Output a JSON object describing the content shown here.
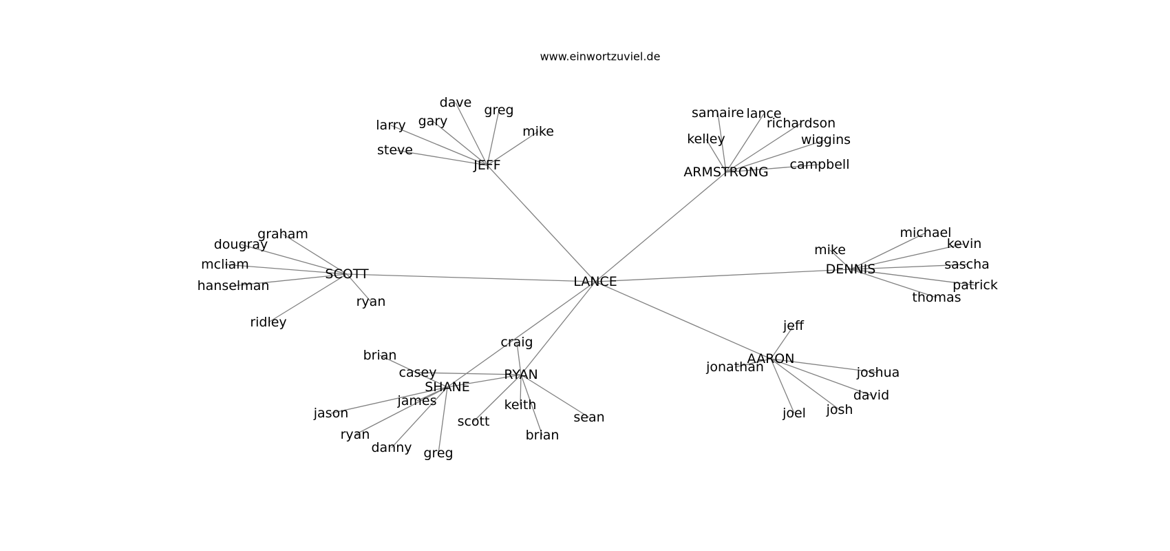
{
  "header": {
    "site": "www.einwortzuviel.de"
  },
  "graph": {
    "edge_color": "#808080",
    "text_color": "#000000",
    "nodes": [
      {
        "id": "lance_c",
        "label": "LANCE"
      },
      {
        "id": "jeff_c",
        "label": "JEFF"
      },
      {
        "id": "armstrong_c",
        "label": "ARMSTRONG"
      },
      {
        "id": "scott_c",
        "label": "SCOTT"
      },
      {
        "id": "dennis_c",
        "label": "DENNIS"
      },
      {
        "id": "aaron_c",
        "label": "AARON"
      },
      {
        "id": "ryan_c",
        "label": "RYAN"
      },
      {
        "id": "shane_c",
        "label": "SHANE"
      },
      {
        "id": "jeff_dave",
        "label": "dave"
      },
      {
        "id": "jeff_greg",
        "label": "greg"
      },
      {
        "id": "jeff_gary",
        "label": "gary"
      },
      {
        "id": "jeff_larry",
        "label": "larry"
      },
      {
        "id": "jeff_mike",
        "label": "mike"
      },
      {
        "id": "jeff_steve",
        "label": "steve"
      },
      {
        "id": "arm_samaire",
        "label": "samaire"
      },
      {
        "id": "arm_lance",
        "label": "lance"
      },
      {
        "id": "arm_richardson",
        "label": "richardson"
      },
      {
        "id": "arm_kelley",
        "label": "kelley"
      },
      {
        "id": "arm_wiggins",
        "label": "wiggins"
      },
      {
        "id": "arm_campbell",
        "label": "campbell"
      },
      {
        "id": "scott_graham",
        "label": "graham"
      },
      {
        "id": "scott_dougray",
        "label": "dougray"
      },
      {
        "id": "scott_mcliam",
        "label": "mcliam"
      },
      {
        "id": "scott_hanselman",
        "label": "hanselman"
      },
      {
        "id": "scott_ryan",
        "label": "ryan"
      },
      {
        "id": "scott_ridley",
        "label": "ridley"
      },
      {
        "id": "den_michael",
        "label": "michael"
      },
      {
        "id": "den_mike",
        "label": "mike"
      },
      {
        "id": "den_kevin",
        "label": "kevin"
      },
      {
        "id": "den_sascha",
        "label": "sascha"
      },
      {
        "id": "den_patrick",
        "label": "patrick"
      },
      {
        "id": "den_thomas",
        "label": "thomas"
      },
      {
        "id": "aar_jeff",
        "label": "jeff"
      },
      {
        "id": "aar_jonathan",
        "label": "jonathan"
      },
      {
        "id": "aar_joshua",
        "label": "joshua"
      },
      {
        "id": "aar_david",
        "label": "david"
      },
      {
        "id": "aar_josh",
        "label": "josh"
      },
      {
        "id": "aar_joel",
        "label": "joel"
      },
      {
        "id": "ryan_craig",
        "label": "craig"
      },
      {
        "id": "ryan_casey",
        "label": "casey"
      },
      {
        "id": "ryan_keith",
        "label": "keith"
      },
      {
        "id": "ryan_scott",
        "label": "scott"
      },
      {
        "id": "ryan_sean",
        "label": "sean"
      },
      {
        "id": "ryan_brian",
        "label": "brian"
      },
      {
        "id": "shane_brian",
        "label": "brian"
      },
      {
        "id": "shane_james",
        "label": "james"
      },
      {
        "id": "shane_jason",
        "label": "jason"
      },
      {
        "id": "shane_ryan",
        "label": "ryan"
      },
      {
        "id": "shane_danny",
        "label": "danny"
      },
      {
        "id": "shane_greg",
        "label": "greg"
      }
    ],
    "edges": [
      [
        "lance_c",
        "jeff_c"
      ],
      [
        "lance_c",
        "armstrong_c"
      ],
      [
        "lance_c",
        "scott_c"
      ],
      [
        "lance_c",
        "dennis_c"
      ],
      [
        "lance_c",
        "aaron_c"
      ],
      [
        "lance_c",
        "ryan_c"
      ],
      [
        "lance_c",
        "shane_c"
      ],
      [
        "jeff_c",
        "jeff_dave"
      ],
      [
        "jeff_c",
        "jeff_greg"
      ],
      [
        "jeff_c",
        "jeff_gary"
      ],
      [
        "jeff_c",
        "jeff_larry"
      ],
      [
        "jeff_c",
        "jeff_mike"
      ],
      [
        "jeff_c",
        "jeff_steve"
      ],
      [
        "armstrong_c",
        "arm_samaire"
      ],
      [
        "armstrong_c",
        "arm_lance"
      ],
      [
        "armstrong_c",
        "arm_richardson"
      ],
      [
        "armstrong_c",
        "arm_kelley"
      ],
      [
        "armstrong_c",
        "arm_wiggins"
      ],
      [
        "armstrong_c",
        "arm_campbell"
      ],
      [
        "scott_c",
        "scott_graham"
      ],
      [
        "scott_c",
        "scott_dougray"
      ],
      [
        "scott_c",
        "scott_mcliam"
      ],
      [
        "scott_c",
        "scott_hanselman"
      ],
      [
        "scott_c",
        "scott_ryan"
      ],
      [
        "scott_c",
        "scott_ridley"
      ],
      [
        "dennis_c",
        "den_michael"
      ],
      [
        "dennis_c",
        "den_mike"
      ],
      [
        "dennis_c",
        "den_kevin"
      ],
      [
        "dennis_c",
        "den_sascha"
      ],
      [
        "dennis_c",
        "den_patrick"
      ],
      [
        "dennis_c",
        "den_thomas"
      ],
      [
        "aaron_c",
        "aar_jeff"
      ],
      [
        "aaron_c",
        "aar_jonathan"
      ],
      [
        "aaron_c",
        "aar_joshua"
      ],
      [
        "aaron_c",
        "aar_david"
      ],
      [
        "aaron_c",
        "aar_josh"
      ],
      [
        "aaron_c",
        "aar_joel"
      ],
      [
        "ryan_c",
        "ryan_craig"
      ],
      [
        "ryan_c",
        "ryan_casey"
      ],
      [
        "ryan_c",
        "ryan_keith"
      ],
      [
        "ryan_c",
        "ryan_scott"
      ],
      [
        "ryan_c",
        "ryan_sean"
      ],
      [
        "ryan_c",
        "ryan_brian"
      ],
      [
        "ryan_c",
        "shane_c"
      ],
      [
        "shane_c",
        "shane_brian"
      ],
      [
        "shane_c",
        "shane_james"
      ],
      [
        "shane_c",
        "shane_jason"
      ],
      [
        "shane_c",
        "shane_ryan"
      ],
      [
        "shane_c",
        "shane_danny"
      ],
      [
        "shane_c",
        "shane_greg"
      ]
    ]
  }
}
